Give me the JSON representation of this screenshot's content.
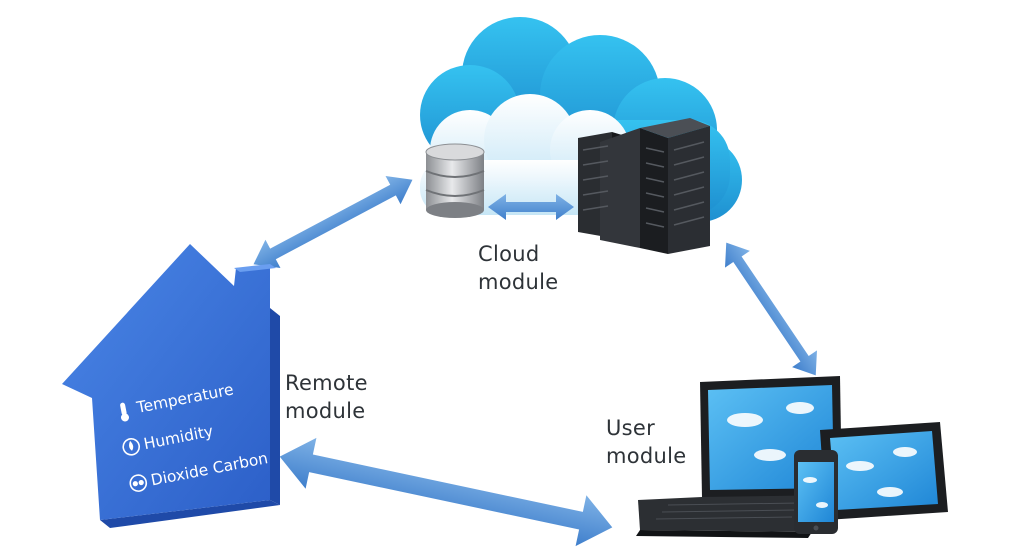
{
  "cloud_module": {
    "line1": "Cloud",
    "line2": "module"
  },
  "remote_module": {
    "line1": "Remote",
    "line2": "module"
  },
  "user_module": {
    "line1": "User",
    "line2": "module"
  },
  "house_sensors": [
    {
      "label": "Temperature",
      "icon": "thermometer-icon"
    },
    {
      "label": "Humidity",
      "icon": "droplet-icon"
    },
    {
      "label": "Dioxide Carbon",
      "icon": "co2-icon"
    }
  ],
  "colors": {
    "house": "#3a6fd4",
    "house_dark": "#1f4aa8",
    "arrow": "#5b97d8",
    "cloud": "#34b3e6",
    "server": "#2a2d31",
    "screen": "#3da8ea",
    "label_text": "#2e3338"
  }
}
